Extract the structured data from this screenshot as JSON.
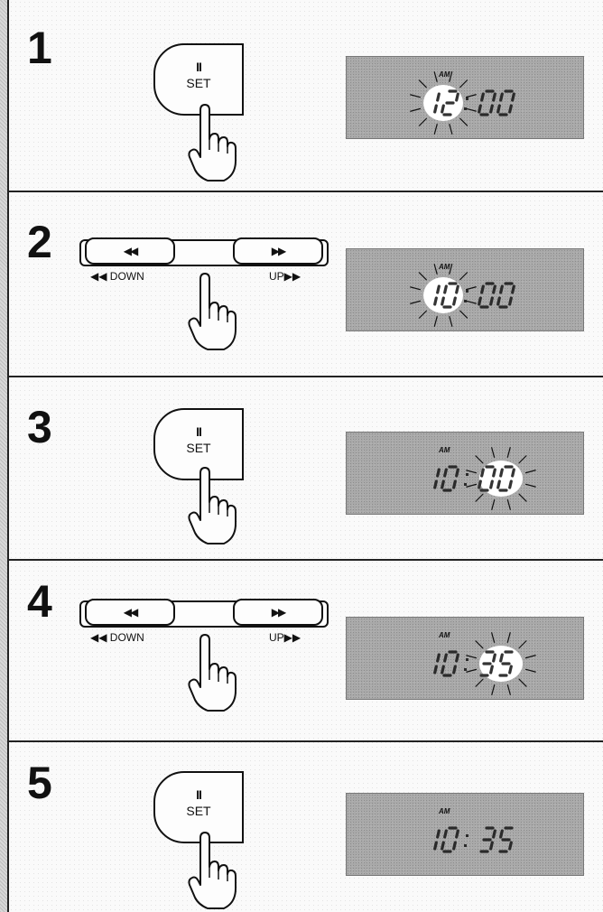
{
  "steps": [
    {
      "number": "1",
      "control": "set",
      "display": {
        "am": "AM",
        "hours": "12",
        "minutes": "00",
        "blinking": "hours"
      }
    },
    {
      "number": "2",
      "control": "rocker",
      "display": {
        "am": "AM",
        "hours": "10",
        "minutes": "00",
        "blinking": "hours"
      }
    },
    {
      "number": "3",
      "control": "set",
      "display": {
        "am": "AM",
        "hours": "10",
        "minutes": "00",
        "blinking": "minutes"
      }
    },
    {
      "number": "4",
      "control": "rocker",
      "display": {
        "am": "AM",
        "hours": "10",
        "minutes": "35",
        "blinking": "minutes"
      }
    },
    {
      "number": "5",
      "control": "set",
      "display": {
        "am": "AM",
        "hours": "10",
        "minutes": "35",
        "blinking": "none"
      }
    }
  ],
  "set_button": {
    "pause_symbol": "II",
    "label": "SET"
  },
  "rocker": {
    "left_symbol": "◀◀",
    "right_symbol": "▶▶",
    "down_label": "◀◀ DOWN",
    "up_label": "UP▶▶"
  },
  "colors": {
    "lcd_background": "#a9a9a9",
    "ink": "#111111"
  }
}
